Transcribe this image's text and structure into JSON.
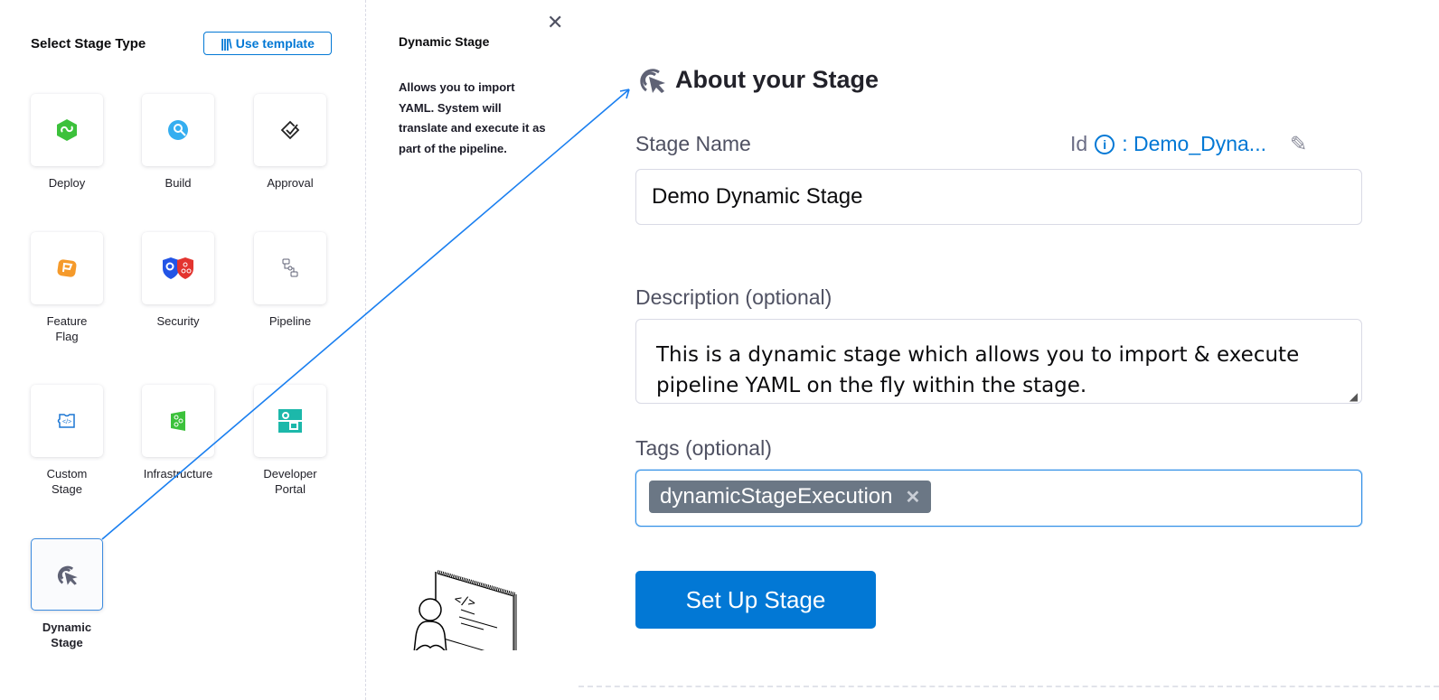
{
  "left_panel": {
    "title": "Select Stage Type",
    "use_template_label": "Use template",
    "stages": [
      {
        "label": "Deploy",
        "icon": "deploy-icon"
      },
      {
        "label": "Build",
        "icon": "build-icon"
      },
      {
        "label": "Approval",
        "icon": "approval-icon"
      },
      {
        "label": "Feature Flag",
        "icon": "feature-flag-icon"
      },
      {
        "label": "Security",
        "icon": "security-icon"
      },
      {
        "label": "Pipeline",
        "icon": "pipeline-icon"
      },
      {
        "label": "Custom Stage",
        "icon": "custom-stage-icon"
      },
      {
        "label": "Infrastructure",
        "icon": "infrastructure-icon"
      },
      {
        "label": "Developer Portal",
        "icon": "developer-portal-icon"
      },
      {
        "label": "Dynamic Stage",
        "icon": "dynamic-stage-icon",
        "selected": true
      }
    ]
  },
  "middle_panel": {
    "title": "Dynamic Stage",
    "description": "Allows you to import YAML. System will translate and execute it as part of the pipeline."
  },
  "form": {
    "heading": "About your Stage",
    "stage_name_label": "Stage Name",
    "id_label": "Id",
    "id_value": ": Demo_Dyna...",
    "stage_name_value": "Demo Dynamic Stage",
    "description_label": "Description (optional)",
    "description_value": "This is a dynamic stage which allows you to import & execute pipeline YAML on the fly within the stage.",
    "tags_label": "Tags (optional)",
    "tags": [
      "dynamicStageExecution"
    ],
    "submit_label": "Set Up Stage"
  },
  "colors": {
    "accent": "#0278d5",
    "tag": "#6b7785",
    "annotation_arrow": "#1a7ff0"
  }
}
